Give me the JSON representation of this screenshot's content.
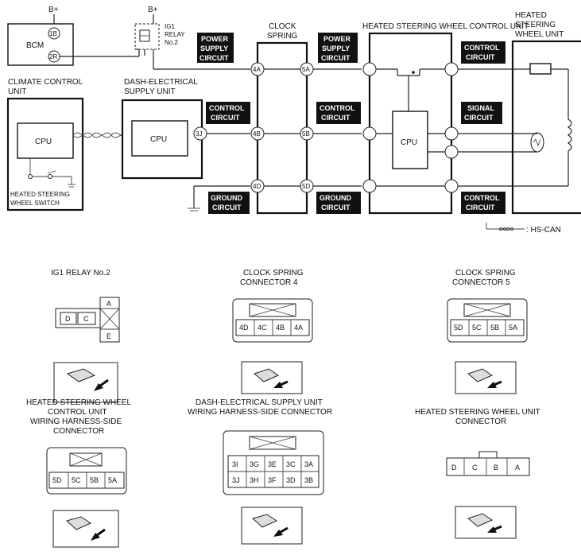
{
  "schematic": {
    "bplus": "B+",
    "bcm": "BCM",
    "pin_1b": "1B",
    "pin_2r": "2R",
    "ig1_relay": [
      "IG1",
      "RELAY",
      "No.2"
    ],
    "clock_spring": [
      "CLOCK",
      "SPRING"
    ],
    "heated_control_unit": "HEATED STEERING WHEEL CONTROL UNIT",
    "heated_wheel_unit": [
      "HEATED",
      "STEERING",
      "WHEEL UNIT"
    ],
    "climate_control_unit": [
      "CLIMATE CONTROL",
      "UNIT"
    ],
    "dash_supply_unit": [
      "DASH-ELECTRICAL",
      "SUPPLY UNIT"
    ],
    "cpu": "CPU",
    "pin_3j": "3J",
    "pins_cs": [
      "4A",
      "4B",
      "4D"
    ],
    "pins_hc": [
      "5A",
      "5B",
      "5D"
    ],
    "heated_switch": [
      "HEATED STEERING",
      "WHEEL SWITCH"
    ],
    "tags": {
      "power_supply": [
        "POWER",
        "SUPPLY",
        "CIRCUIT"
      ],
      "control": [
        "CONTROL",
        "CIRCUIT"
      ],
      "ground": [
        "GROUND",
        "CIRCUIT"
      ],
      "signal": [
        "SIGNAL",
        "CIRCUIT"
      ]
    },
    "hs_can_legend": ": HS-CAN"
  },
  "connectors": {
    "ig1_relay": {
      "title": [
        "IG1 RELAY No.2"
      ],
      "pins": [
        "D",
        "C",
        "A",
        "E"
      ]
    },
    "clock_spring_4": {
      "title": [
        "CLOCK SPRING",
        "CONNECTOR 4"
      ],
      "pins": [
        "4D",
        "4C",
        "4B",
        "4A"
      ]
    },
    "clock_spring_5": {
      "title": [
        "CLOCK SPRING",
        "CONNECTOR 5"
      ],
      "pins": [
        "5D",
        "5C",
        "5B",
        "5A"
      ]
    },
    "heated_control_harness": {
      "title": [
        "HEATED STEERING WHEEL",
        "CONTROL UNIT",
        "WIRING HARNESS-SIDE",
        "CONNECTOR"
      ],
      "pins": [
        "5D",
        "5C",
        "5B",
        "5A"
      ]
    },
    "dash_supply_harness": {
      "title": [
        "DASH-ELECTRICAL SUPPLY UNIT",
        "WIRING HARNESS-SIDE CONNECTOR"
      ],
      "pins_top": [
        "3I",
        "3G",
        "3E",
        "3C",
        "3A"
      ],
      "pins_bottom": [
        "3J",
        "3H",
        "3F",
        "3D",
        "3B"
      ]
    },
    "heated_wheel_unit": {
      "title": [
        "HEATED STEERING WHEEL UNIT",
        "CONNECTOR"
      ],
      "pins": [
        "D",
        "C",
        "B",
        "A"
      ]
    }
  }
}
